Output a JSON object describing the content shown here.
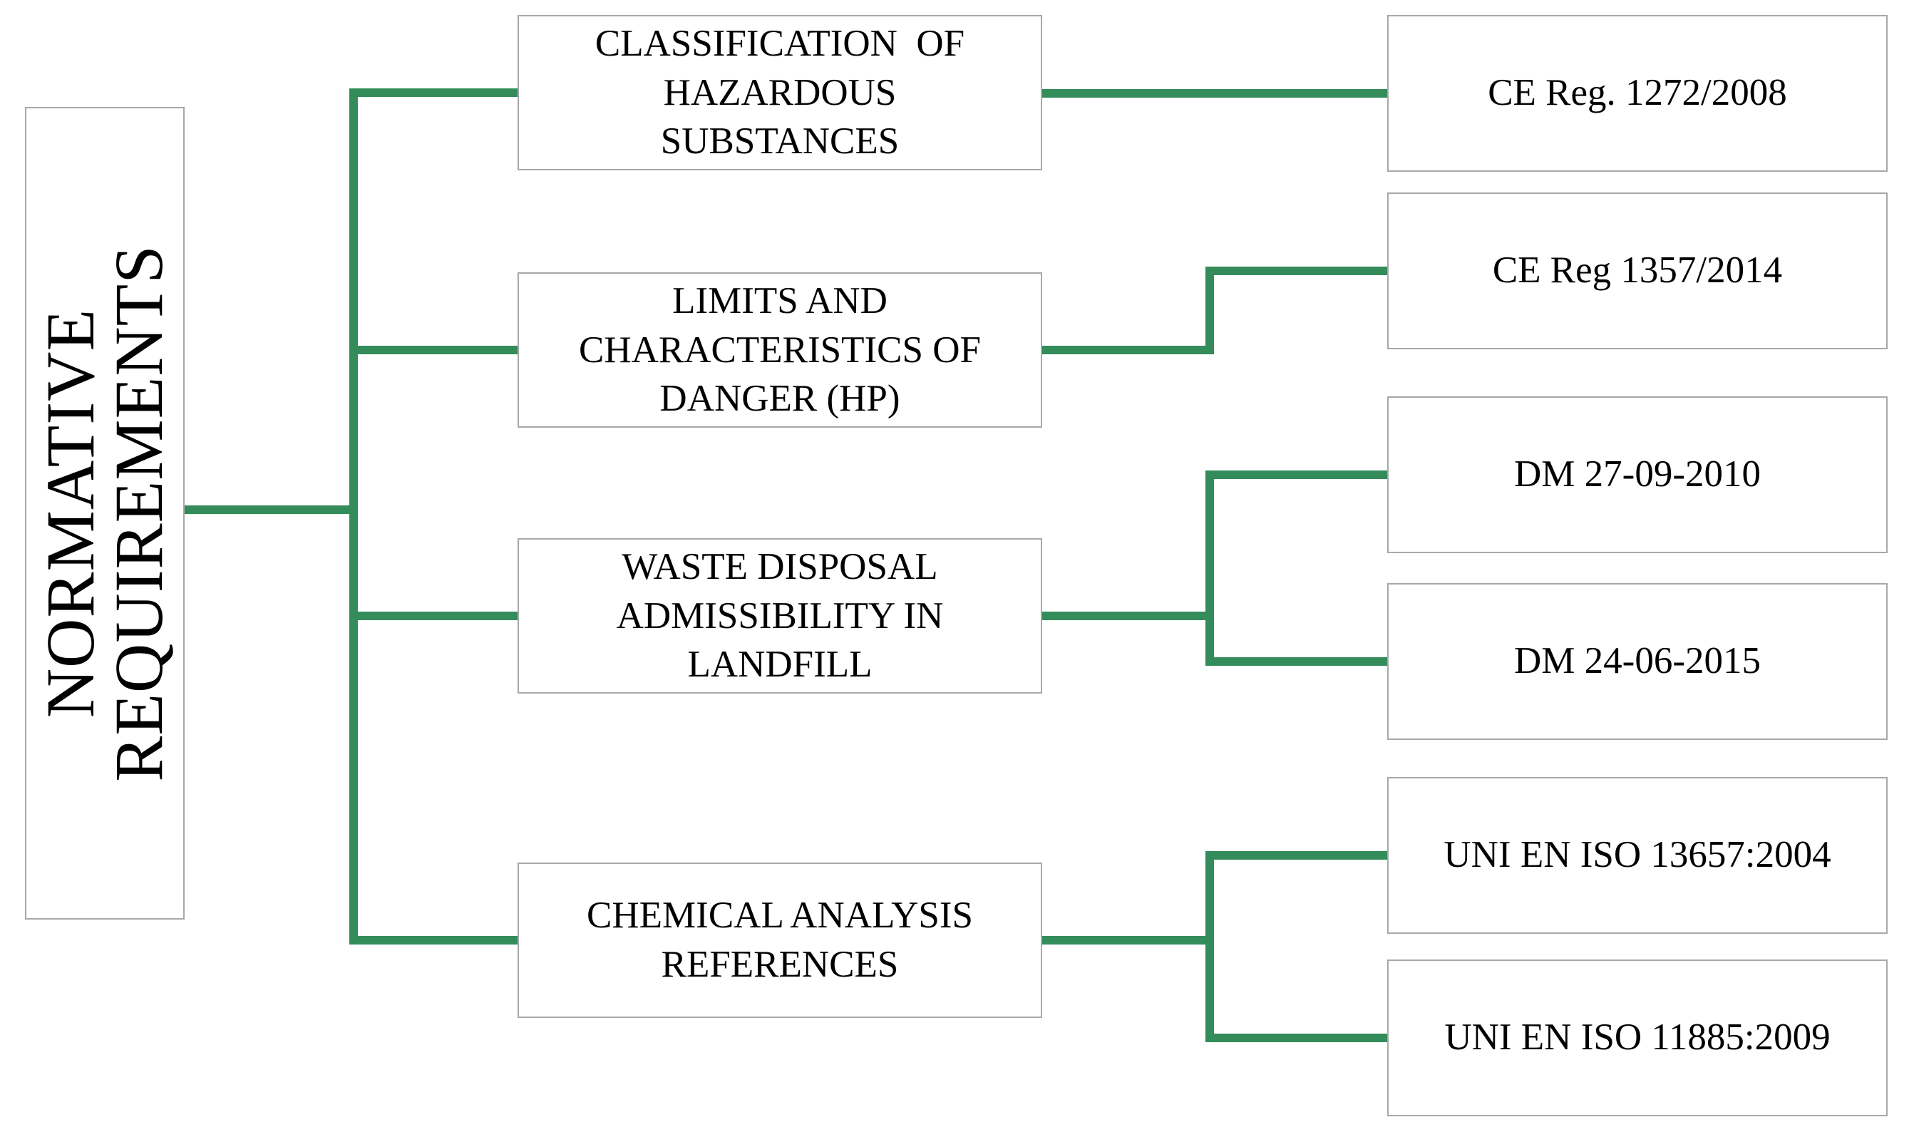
{
  "diagram": {
    "root": {
      "label": "NORMATIVE\nREQUIREMENTS"
    },
    "middle": [
      {
        "id": "classification",
        "label": "CLASSIFICATION  OF\nHAZARDOUS\nSUBSTANCES"
      },
      {
        "id": "limits-hp",
        "label": "LIMITS AND\nCHARACTERISTICS OF\nDANGER (HP)"
      },
      {
        "id": "waste-landfill",
        "label": "WASTE DISPOSAL\nADMISSIBILITY IN\nLANDFILL"
      },
      {
        "id": "chemical",
        "label": "CHEMICAL ANALYSIS\nREFERENCES"
      }
    ],
    "right": [
      {
        "id": "ce-1272-2008",
        "label": "CE Reg. 1272/2008"
      },
      {
        "id": "ce-1357-2014",
        "label": "CE Reg 1357/2014"
      },
      {
        "id": "dm-27-09-2010",
        "label": "DM 27-09-2010"
      },
      {
        "id": "dm-24-06-2015",
        "label": "DM 24-06-2015"
      },
      {
        "id": "uni-13657-2004",
        "label": "UNI EN ISO 13657:2004"
      },
      {
        "id": "uni-11885-2009",
        "label": "UNI EN ISO 11885:2009"
      }
    ],
    "colors": {
      "connector": "#348c5a",
      "border": "#a8a8a8",
      "text": "#000000",
      "background": "#ffffff"
    }
  }
}
